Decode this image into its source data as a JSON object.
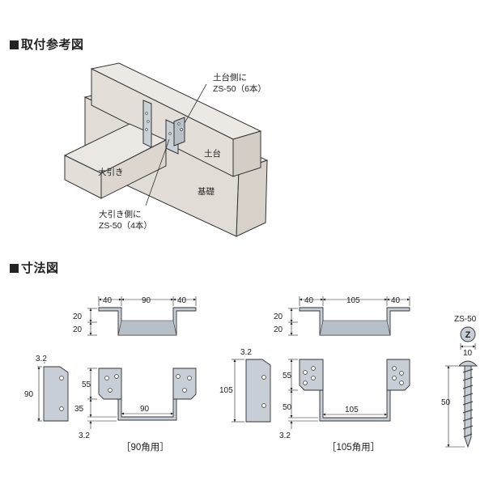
{
  "section1": {
    "title": "取付参考図"
  },
  "section2": {
    "title": "寸法図"
  },
  "install": {
    "dodai_side_line1": "土台側に",
    "dodai_side_line2": "ZS-50（6本）",
    "dodai": "土台",
    "obiki": "大引き",
    "kiso": "基礎",
    "obiki_side_line1": "大引き側に",
    "obiki_side_line2": "ZS-50（4本）"
  },
  "dim90": {
    "top_left": "40",
    "top_mid": "90",
    "top_right": "40",
    "h1": "20",
    "h2": "20",
    "side_thk": "3.2",
    "side_h": "90",
    "f55": "55",
    "f35": "35",
    "bottom_w": "90",
    "base_thk": "3.2",
    "caption": "［90角用］"
  },
  "dim105": {
    "top_left": "40",
    "top_mid": "105",
    "top_right": "40",
    "h1": "20",
    "h2": "20",
    "side_thk": "3.2",
    "side_h": "105",
    "f55": "55",
    "f50": "50",
    "bottom_w": "105",
    "base_thk": "3.2",
    "caption": "［105角用］"
  },
  "screw": {
    "name": "ZS-50",
    "head_mark": "Z",
    "head_d": "10",
    "length": "50"
  }
}
